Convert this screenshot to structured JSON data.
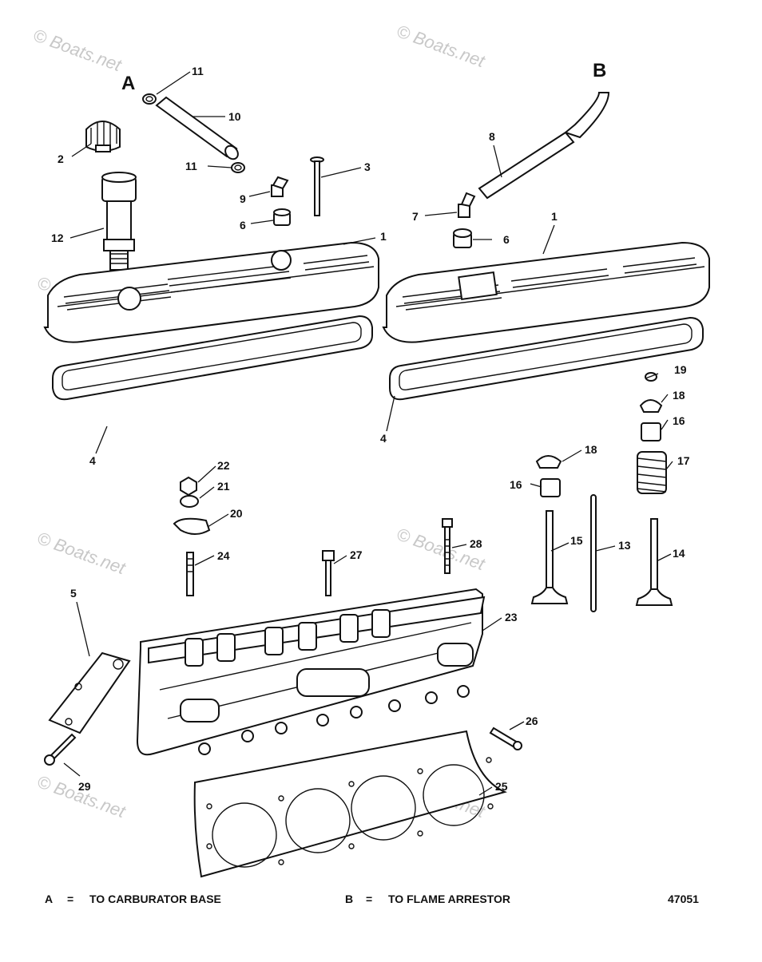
{
  "callouts": {
    "A": "A",
    "B": "B",
    "n1a": "1",
    "n1b": "1",
    "n2": "2",
    "n3": "3",
    "n4a": "4",
    "n4b": "4",
    "n5": "5",
    "n6a": "6",
    "n6b": "6",
    "n7": "7",
    "n8": "8",
    "n9": "9",
    "n10": "10",
    "n11a": "11",
    "n11b": "11",
    "n12": "12",
    "n13": "13",
    "n14": "14",
    "n15": "15",
    "n16a": "16",
    "n16b": "16",
    "n17": "17",
    "n18a": "18",
    "n18b": "18",
    "n19": "19",
    "n20": "20",
    "n21": "21",
    "n22": "22",
    "n23": "23",
    "n24": "24",
    "n25": "25",
    "n26": "26",
    "n27": "27",
    "n28": "28",
    "n29": "29"
  },
  "legend": {
    "a_key": "A",
    "a_eq": "=",
    "a_text": "TO CARBURATOR BASE",
    "b_key": "B",
    "b_eq": "=",
    "b_text": "TO FLAME ARRESTOR",
    "figure_number": "47051"
  },
  "watermark": "© Boats.net",
  "colors": {
    "ink": "#111111",
    "watermark": "#c8c8c8",
    "background": "#ffffff"
  }
}
